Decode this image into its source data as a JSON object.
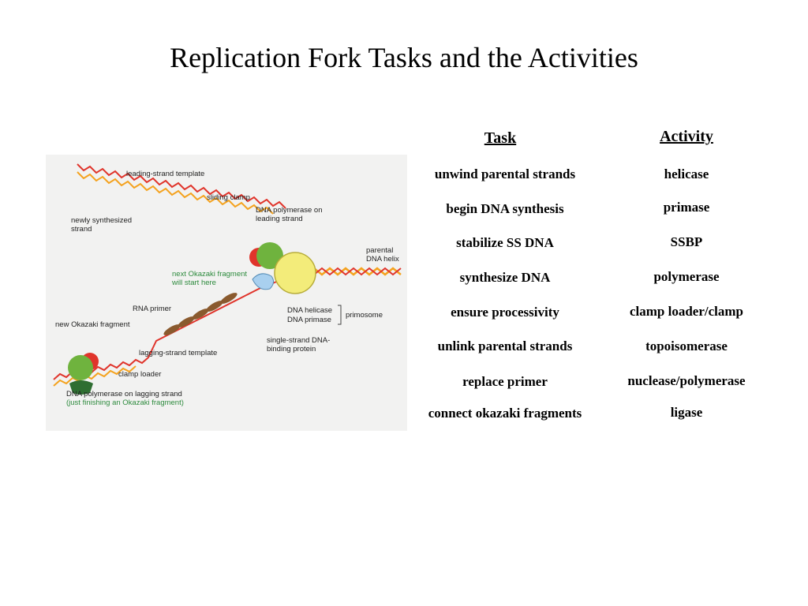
{
  "title": "Replication Fork Tasks and the Activities",
  "table": {
    "task_header": "Task",
    "activity_header": "Activity",
    "rows": [
      {
        "task": "unwind parental strands",
        "activity": "helicase"
      },
      {
        "task": "begin DNA synthesis",
        "activity": "primase"
      },
      {
        "task": "stabilize SS DNA",
        "activity": "SSBP"
      },
      {
        "task": "synthesize DNA",
        "activity": "polymerase"
      },
      {
        "task": "ensure processivity",
        "activity": "clamp loader/clamp"
      },
      {
        "task": "unlink parental strands",
        "activity": "topoisomerase"
      },
      {
        "task": "replace primer",
        "activity": "nuclease/polymerase"
      },
      {
        "task": "connect okazaki fragments",
        "activity": "ligase"
      }
    ]
  },
  "figure": {
    "labels": {
      "leading_template": "leading-strand template",
      "newly_synth_1": "newly synthesized",
      "newly_synth_2": "strand",
      "sliding_clamp": "sliding clamp",
      "pol_leading_1": "DNA polymerase on",
      "pol_leading_2": "leading strand",
      "parental_1": "parental",
      "parental_2": "DNA helix",
      "next_okazaki_1": "next Okazaki fragment",
      "next_okazaki_2": "will start here",
      "rna_primer": "RNA primer",
      "new_okazaki": "new Okazaki fragment",
      "helicase": "DNA helicase",
      "primase": "DNA primase",
      "primosome": "primosome",
      "ssb_1": "single-strand DNA-",
      "ssb_2": "binding protein",
      "lagging_template": "lagging-strand template",
      "clamp_loader": "clamp loader",
      "pol_lagging_1": "DNA polymerase on lagging strand",
      "pol_lagging_2": "(just finishing an Okazaki fragment)"
    },
    "colors": {
      "strand_red": "#e0342b",
      "strand_orange": "#f4a21e",
      "polymerase_green": "#6fb33e",
      "helicase_yellow": "#f3ec7a",
      "ssb_brown": "#8a5a2e",
      "label_green": "#2e8b3e"
    }
  }
}
